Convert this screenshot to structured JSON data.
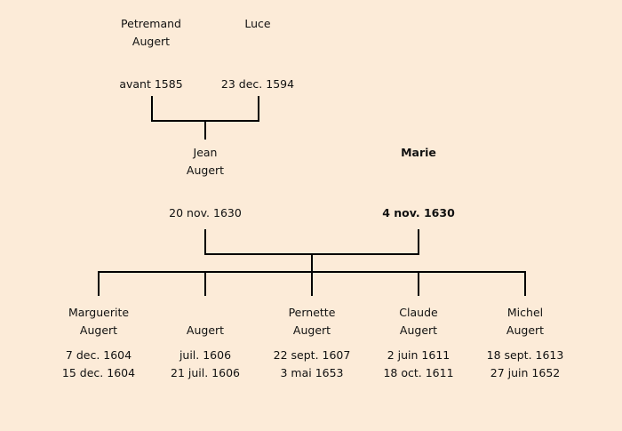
{
  "grandparents": {
    "father": {
      "first": "Petremand",
      "last": "Augert",
      "date": "avant 1585"
    },
    "mother": {
      "first": "Luce",
      "date": "23 dec. 1594"
    }
  },
  "parents": {
    "father": {
      "first": "Jean",
      "last": "Augert",
      "date": "20 nov. 1630"
    },
    "mother": {
      "first": "Marie",
      "date": "4 nov. 1630"
    }
  },
  "children": [
    {
      "first": "Marguerite",
      "last": "Augert",
      "birth": "7 dec. 1604",
      "death": "15 dec. 1604"
    },
    {
      "first": "",
      "last": "Augert",
      "birth": "juil. 1606",
      "death": "21 juil. 1606"
    },
    {
      "first": "Pernette",
      "last": "Augert",
      "birth": "22 sept. 1607",
      "death": "3 mai 1653"
    },
    {
      "first": "Claude",
      "last": "Augert",
      "birth": "2 juin 1611",
      "death": "18 oct. 1611"
    },
    {
      "first": "Michel",
      "last": "Augert",
      "birth": "18 sept. 1613",
      "death": "27 juin 1652"
    }
  ]
}
